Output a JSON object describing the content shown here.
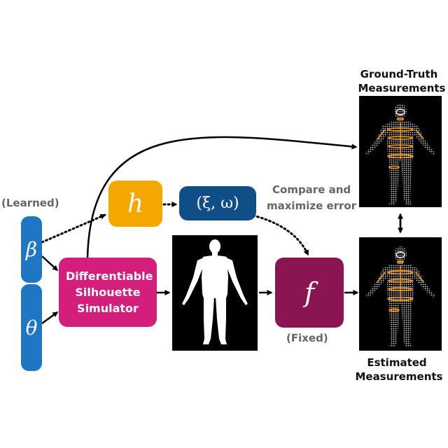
{
  "inputs": {
    "learned_label": "(Learned)",
    "beta_symbol": "β",
    "theta_symbol": "θ"
  },
  "nodes": {
    "simulator_label": "Differentiable Silhouette Simulator",
    "h_symbol": "h",
    "xi_omega_label": "(ξ, ω)",
    "f_symbol": "f",
    "fixed_label": "(Fixed)"
  },
  "annotations": {
    "compare_line1": "Compare and",
    "compare_line2": "maximize error"
  },
  "measurements": {
    "ground_truth_line1": "Ground-Truth",
    "ground_truth_line2": "Measurements",
    "estimated_line1": "Estimated",
    "estimated_line2": "Measurements"
  },
  "colors": {
    "pill_blue": "#1f76c2",
    "simulator_magenta": "#d31e7b",
    "h_orange": "#f5a700",
    "xi_navy": "#0f4e86",
    "f_maroon": "#8b1553",
    "mesh_white": "#e8e8e8",
    "measure_orange": "#f0961e"
  }
}
